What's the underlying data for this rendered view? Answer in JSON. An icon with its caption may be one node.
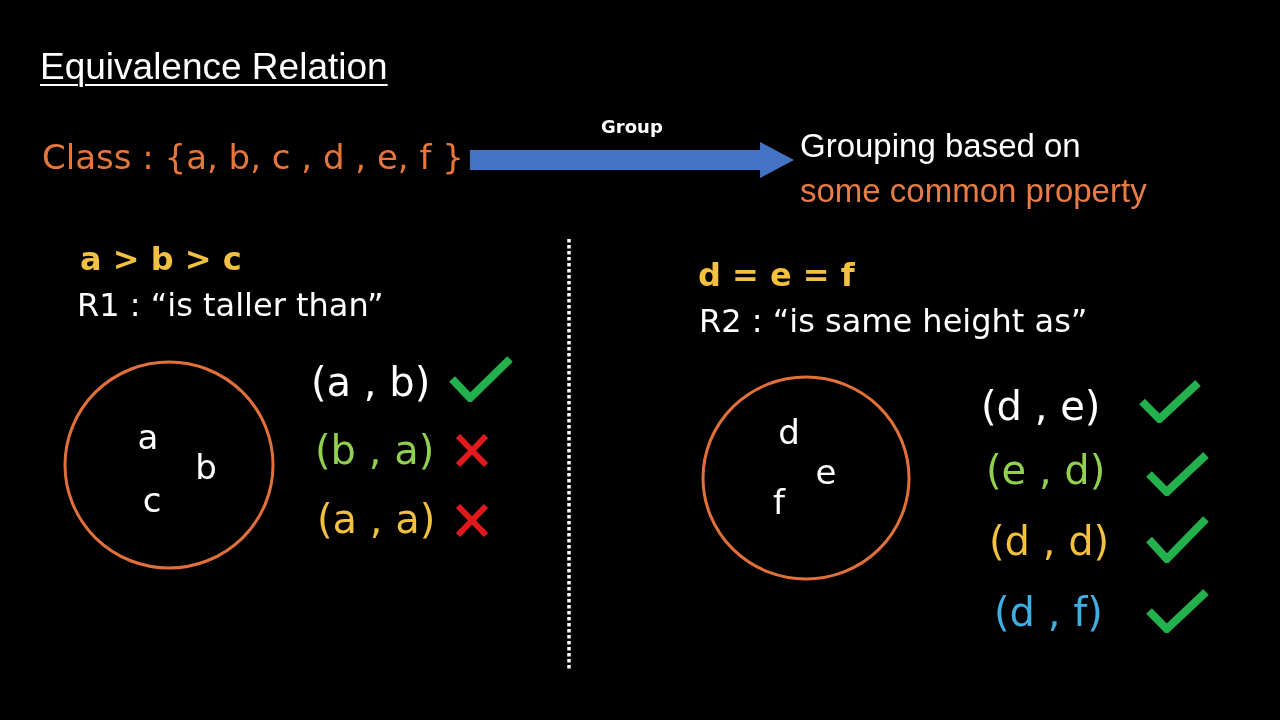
{
  "diagram": {
    "title": "Equivalence Relation",
    "nodes": [
      {
        "text": [
          "Class : {a, b, c , d , e, f }"
        ]
      },
      {
        "text": [
          "Grouping based on",
          "some common property"
        ]
      },
      {
        "text": [
          "a",
          "b",
          "c"
        ]
      },
      {
        "text": [
          "d",
          "e",
          "f"
        ]
      }
    ],
    "edges": [
      {
        "from": 0,
        "to": 1,
        "arrow": "to",
        "label": "Group",
        "style": "thick"
      }
    ],
    "labels": [
      "a > b > c",
      "R1 : “is taller than”",
      "(a , b)",
      "(b , a)",
      "(a , a)",
      "d = e = f",
      "R2 : “is same height as”",
      "(d , e)",
      "(e , d)",
      "(d , d)",
      "(d , f)"
    ]
  }
}
